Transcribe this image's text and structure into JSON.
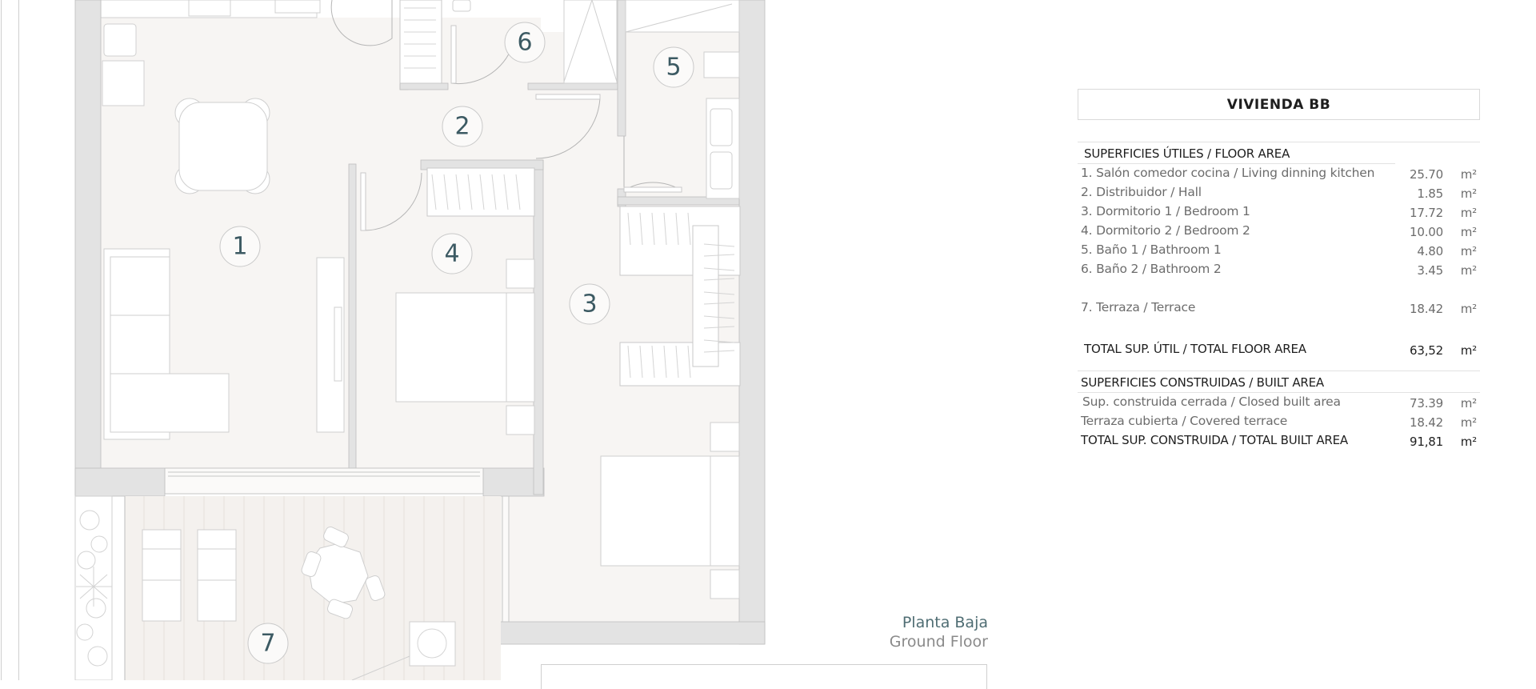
{
  "header": {
    "title": "VIVIENDA BB"
  },
  "floor_area": {
    "heading": "SUPERFICIES ÚTILES / FLOOR AREA",
    "rooms": [
      {
        "number": "1",
        "label": "1. Salón comedor cocina / Living dinning kitchen",
        "value": "25.70",
        "unit": "m²"
      },
      {
        "number": "2",
        "label": "2. Distribuidor / Hall",
        "value": "1.85",
        "unit": "m²"
      },
      {
        "number": "3",
        "label": "3. Dormitorio 1 / Bedroom 1",
        "value": "17.72",
        "unit": "m²"
      },
      {
        "number": "4",
        "label": "4. Dormitorio 2 / Bedroom 2",
        "value": "10.00",
        "unit": "m²"
      },
      {
        "number": "5",
        "label": "5. Baño 1 / Bathroom 1",
        "value": "4.80",
        "unit": "m²"
      },
      {
        "number": "6",
        "label": "6. Baño 2 / Bathroom 2",
        "value": "3.45",
        "unit": "m²"
      }
    ],
    "terrace": {
      "number": "7",
      "label": "7. Terraza / Terrace",
      "value": "18.42",
      "unit": "m²"
    },
    "total": {
      "label": "TOTAL SUP. ÚTIL / TOTAL FLOOR AREA",
      "value": "63,52",
      "unit": "m²"
    }
  },
  "built_area": {
    "heading": "SUPERFICIES CONSTRUIDAS / BUILT AREA",
    "rows": [
      {
        "label": "Sup. construida cerrada / Closed built area",
        "value": "73.39",
        "unit": "m²"
      },
      {
        "label": "Terraza cubierta / Covered terrace",
        "value": "18.42",
        "unit": "m²"
      }
    ],
    "total": {
      "label": "TOTAL SUP. CONSTRUIDA /  TOTAL BUILT AREA",
      "value": "91,81",
      "unit": "m²"
    }
  },
  "floor_name": {
    "es": "Planta Baja",
    "en": "Ground Floor"
  },
  "plan_labels": {
    "r1": "1",
    "r2": "2",
    "r3": "3",
    "r4": "4",
    "r5": "5",
    "r6": "6",
    "r7": "7"
  },
  "colors": {
    "wall": "#e3e3e3",
    "floor": "#f7f5f3",
    "label_text": "#3c5a63",
    "line": "#c9c9c9"
  }
}
